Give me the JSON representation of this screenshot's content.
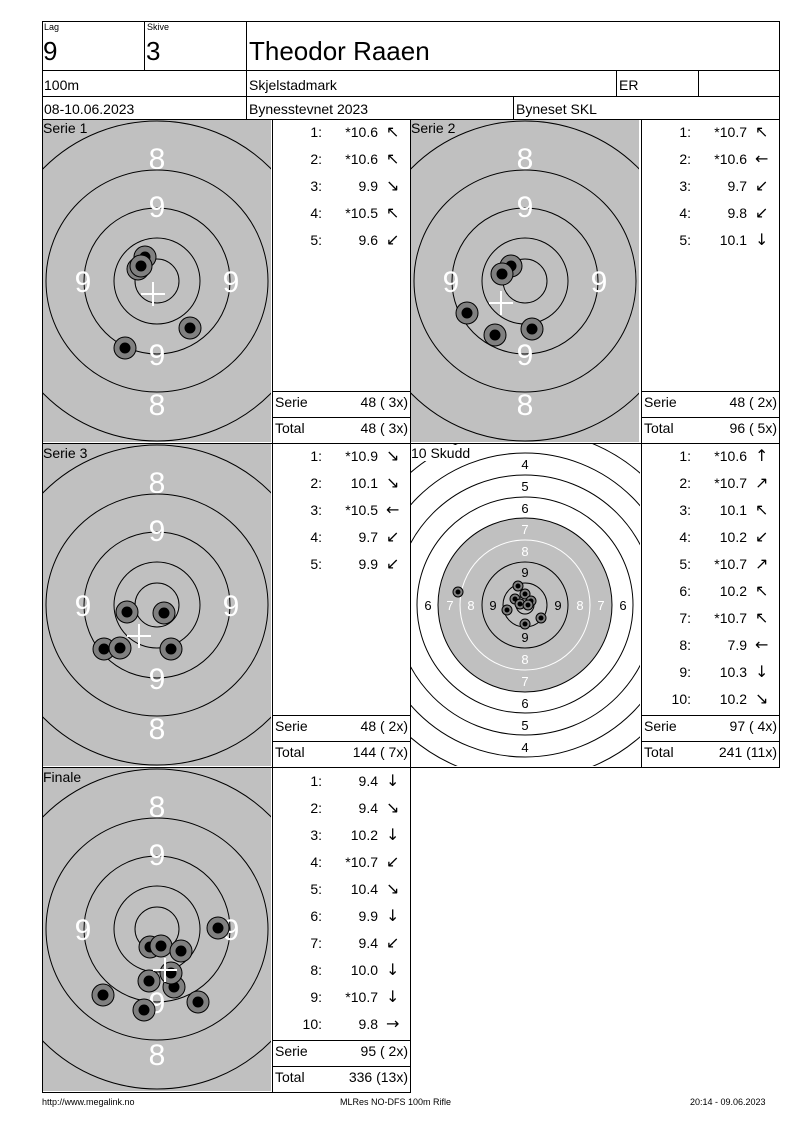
{
  "header": {
    "lag_label": "Lag",
    "lag": "9",
    "skive_label": "Skive",
    "skive": "3",
    "shooter": "Theodor Raaen",
    "distance": "100m",
    "place": "Skjelstadmark",
    "class": "ER",
    "date": "08-10.06.2023",
    "event": "Bynesstevnet 2023",
    "club": "Byneset SKL"
  },
  "series": [
    {
      "title": "Serie 1",
      "shots": [
        {
          "n": "1:",
          "v": "*10.6",
          "arrow": "↖"
        },
        {
          "n": "2:",
          "v": "*10.6",
          "arrow": "↖"
        },
        {
          "n": "3:",
          "v": "9.9",
          "arrow": "↘"
        },
        {
          "n": "4:",
          "v": "*10.5",
          "arrow": "↖"
        },
        {
          "n": "5:",
          "v": "9.6",
          "arrow": "↙"
        }
      ],
      "serie_label": "Serie",
      "serie": "48 ( 3x)",
      "total_label": "Total",
      "total": "48 ( 3x)"
    },
    {
      "title": "Serie 2",
      "shots": [
        {
          "n": "1:",
          "v": "*10.7",
          "arrow": "↖"
        },
        {
          "n": "2:",
          "v": "*10.6",
          "arrow": "←"
        },
        {
          "n": "3:",
          "v": "9.7",
          "arrow": "↙"
        },
        {
          "n": "4:",
          "v": "9.8",
          "arrow": "↙"
        },
        {
          "n": "5:",
          "v": "10.1",
          "arrow": "↓"
        }
      ],
      "serie_label": "Serie",
      "serie": "48 ( 2x)",
      "total_label": "Total",
      "total": "96 ( 5x)"
    },
    {
      "title": "Serie 3",
      "shots": [
        {
          "n": "1:",
          "v": "*10.9",
          "arrow": "↘"
        },
        {
          "n": "2:",
          "v": "10.1",
          "arrow": "↘"
        },
        {
          "n": "3:",
          "v": "*10.5",
          "arrow": "←"
        },
        {
          "n": "4:",
          "v": "9.7",
          "arrow": "↙"
        },
        {
          "n": "5:",
          "v": "9.9",
          "arrow": "↙"
        }
      ],
      "serie_label": "Serie",
      "serie": "48 ( 2x)",
      "total_label": "Total",
      "total": "144 ( 7x)"
    },
    {
      "title": "10 Skudd",
      "shots": [
        {
          "n": "1:",
          "v": "*10.6",
          "arrow": "↑"
        },
        {
          "n": "2:",
          "v": "*10.7",
          "arrow": "↗"
        },
        {
          "n": "3:",
          "v": "10.1",
          "arrow": "↖"
        },
        {
          "n": "4:",
          "v": "10.2",
          "arrow": "↙"
        },
        {
          "n": "5:",
          "v": "*10.7",
          "arrow": "↗"
        },
        {
          "n": "6:",
          "v": "10.2",
          "arrow": "↖"
        },
        {
          "n": "7:",
          "v": "*10.7",
          "arrow": "↖"
        },
        {
          "n": "8:",
          "v": "7.9",
          "arrow": "←"
        },
        {
          "n": "9:",
          "v": "10.3",
          "arrow": "↓"
        },
        {
          "n": "10:",
          "v": "10.2",
          "arrow": "↘"
        }
      ],
      "serie_label": "Serie",
      "serie": "97 ( 4x)",
      "total_label": "Total",
      "total": "241 (11x)"
    },
    {
      "title": "Finale",
      "shots": [
        {
          "n": "1:",
          "v": "9.4",
          "arrow": "↓"
        },
        {
          "n": "2:",
          "v": "9.4",
          "arrow": "↘"
        },
        {
          "n": "3:",
          "v": "10.2",
          "arrow": "↓"
        },
        {
          "n": "4:",
          "v": "*10.7",
          "arrow": "↙"
        },
        {
          "n": "5:",
          "v": "10.4",
          "arrow": "↘"
        },
        {
          "n": "6:",
          "v": "9.9",
          "arrow": "↓"
        },
        {
          "n": "7:",
          "v": "9.4",
          "arrow": "↙"
        },
        {
          "n": "8:",
          "v": "10.0",
          "arrow": "↓"
        },
        {
          "n": "9:",
          "v": "*10.7",
          "arrow": "↓"
        },
        {
          "n": "10:",
          "v": "9.8",
          "arrow": "→"
        }
      ],
      "serie_label": "Serie",
      "serie": "95 ( 2x)",
      "total_label": "Total",
      "total": "336 (13x)"
    }
  ],
  "target_numbers": {
    "eight": "8",
    "nine": "9"
  },
  "skudd_ring_numbers": [
    "4",
    "5",
    "6",
    "7",
    "8",
    "9"
  ],
  "footer": {
    "left": "http://www.megalink.no",
    "center": "MLRes NO-DFS 100m Rifle",
    "right": "20:14 - 09.06.2023"
  },
  "colors": {
    "target_gray": "#c0c0c0",
    "hole_fill": "#808080"
  }
}
